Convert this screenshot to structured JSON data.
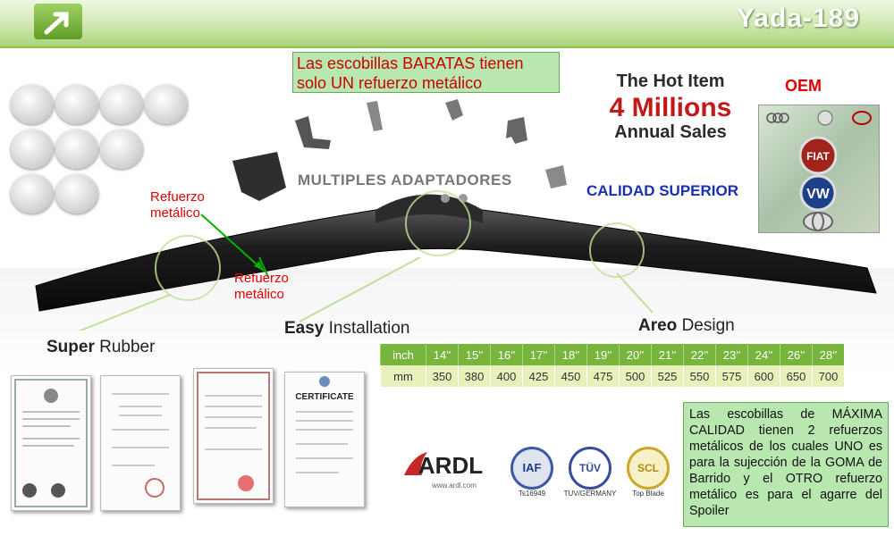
{
  "header": {
    "brand": "Yada-189",
    "banner_color": "#8cc04e"
  },
  "callouts": {
    "baratas_line1": "Las escobillas BARATAS tienen",
    "baratas_line2": "solo UN refuerzo metálico",
    "multiples": "MULTIPLES ADAPTADORES",
    "refuerzo_top": "Refuerzo\nmetálico",
    "refuerzo_bottom": "Refuerzo\nmetálico",
    "calidad": "CALIDAD SUPERIOR",
    "oem": "OEM",
    "note": "Las escobillas de MÁXIMA CALIDAD tienen 2 refuerzos metálicos de los cuales UNO es para la sujección de la GOMA de Barrido y el OTRO refuerzo metálico es para el agarre del Spoiler"
  },
  "hot_item": {
    "line1": "The Hot Item",
    "line2": "4 Millions",
    "line3": "Annual Sales"
  },
  "features": {
    "super_bold": "Super",
    "super_rest": " Rubber",
    "easy_bold": "Easy",
    "easy_rest": " Installation",
    "areo_bold": "Areo",
    "areo_rest": " Design"
  },
  "size_table": {
    "inch_label": "inch",
    "mm_label": "mm",
    "inch": [
      "14''",
      "15''",
      "16''",
      "17''",
      "18''",
      "19''",
      "20''",
      "21''",
      "22''",
      "23''",
      "24''",
      "26''",
      "28''"
    ],
    "mm": [
      "350",
      "380",
      "400",
      "425",
      "450",
      "475",
      "500",
      "525",
      "550",
      "575",
      "600",
      "650",
      "700"
    ]
  },
  "brands_oem": [
    "Audi",
    "Mazda",
    "TOYOTA",
    "FIAT",
    "VW",
    "TOYOTA"
  ],
  "certificates": {
    "cert4_title": "CERTIFICATE"
  },
  "badges": {
    "ardl": "ARDL",
    "ardl_caption": "www.ardl.com",
    "iaf": "IAF",
    "iaf_caption": "Ts16949",
    "tuv": "TÜV",
    "tuv_caption": "TUV/GERMANY",
    "scl": "SCL",
    "scl_caption": "Top Blade"
  },
  "colors": {
    "green_box": "#b8e7b0",
    "red_text": "#cc0000",
    "blue_text": "#1a2fb5",
    "table_green": "#77b53d",
    "table_light": "#e8f0bb"
  }
}
